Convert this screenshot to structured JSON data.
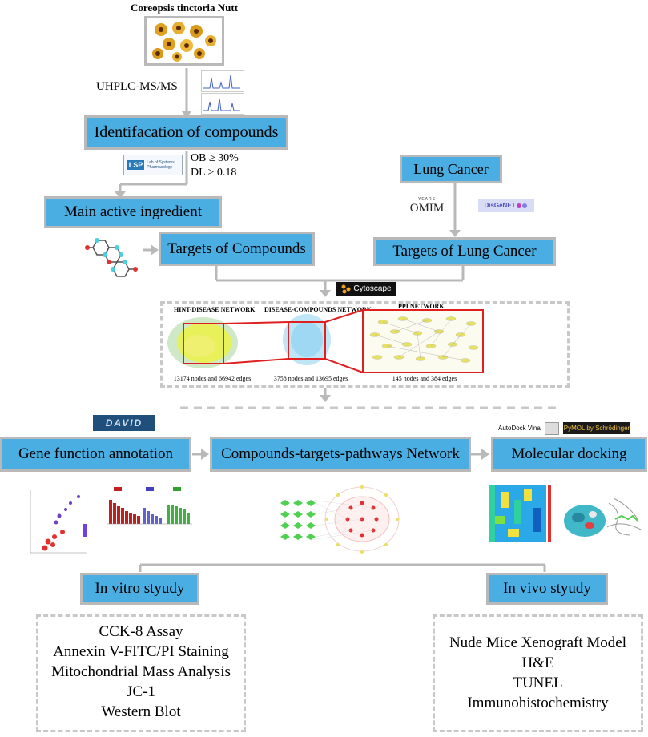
{
  "source": {
    "title": "Coreopsis tinctoria Nutt",
    "method": "UHPLC-MS/MS"
  },
  "steps": {
    "identification": "Identifacation of compounds",
    "criteria_ob": "OB ≥ 30%",
    "criteria_dl": "DL ≥ 0.18",
    "main_active": "Main active ingredient",
    "targets_compounds": "Targets of Compounds",
    "lung_cancer": "Lung Cancer",
    "targets_lung": "Targets of Lung Cancer",
    "gene_function": "Gene function annotation",
    "ctp_network": "Compounds-targets-pathways Network",
    "docking": "Molecular docking",
    "in_vitro": "In vitro styudy",
    "in_vivo": "In vivo styudy"
  },
  "logos": {
    "lsp_mark": "LSP",
    "lsp_text": "Lab of Systems Pharmacology",
    "omim_years": "YEARS",
    "omim_mark": "OMIM",
    "disgenet": "DisGeNET",
    "cytoscape": "Cytoscape",
    "david": "DAVID",
    "autodock": "AutoDock Vina",
    "pymol": "PyMOL by Schrödinger"
  },
  "networks": {
    "hint": {
      "title": "HINT-DISEASE NETWORK",
      "caption": "13174 nodes and 66942 edges"
    },
    "disease": {
      "title": "DISEASE-COMPOUNDS NETWORK",
      "caption": "3758 nodes and 13695 edges"
    },
    "ppi": {
      "title": "PPI NETWORK",
      "caption": "145 nodes and 384 edges"
    }
  },
  "in_vitro_items": [
    "CCK-8 Assay",
    "Annexin V-FITC/PI Staining",
    "Mitochondrial Mass Analysis",
    "JC-1",
    "Western Blot"
  ],
  "in_vivo_items": [
    "Nude Mice Xenograft Model",
    "H&E",
    "TUNEL",
    "Immunohistochemistry"
  ],
  "colors": {
    "box_fill": "#4aaee3",
    "border": "#b9b9b9",
    "red": "#e02020",
    "yellow": "#e8e83a",
    "blue_dots": "#8fd3f0",
    "green": "#5ee05e"
  }
}
